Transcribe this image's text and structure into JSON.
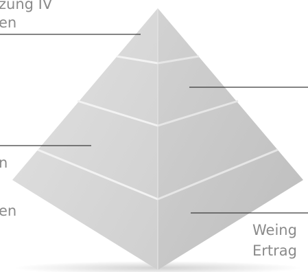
{
  "colors": {
    "left_face": "#d6d6d6",
    "right_face": "#c6c6c6",
    "band_line_left": "#efefef",
    "band_line_right": "#e2e2e2",
    "leader_line": "#3a3a3a",
    "label_text": "#8a8a8a",
    "background": "#ffffff"
  },
  "labels": {
    "top_left_line1": "zung IV",
    "top_left_line2": "en",
    "middle_left": "n",
    "lower_left": "en",
    "bottom_right_line1": "Weing",
    "bottom_right_line2": "Ertrag"
  }
}
